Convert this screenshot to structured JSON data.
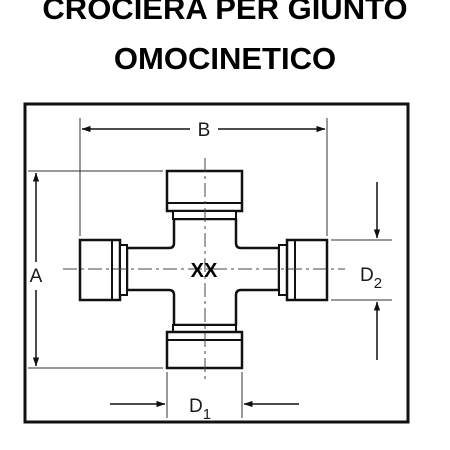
{
  "title": {
    "line1": "CROCIERA PER GIUNTO",
    "line2": "OMOCINETICO"
  },
  "diagram": {
    "center_code": "XX",
    "dimensions": {
      "A": "A",
      "B": "B",
      "D1_main": "D",
      "D1_sub": "1",
      "D2_main": "D",
      "D2_sub": "2"
    }
  }
}
